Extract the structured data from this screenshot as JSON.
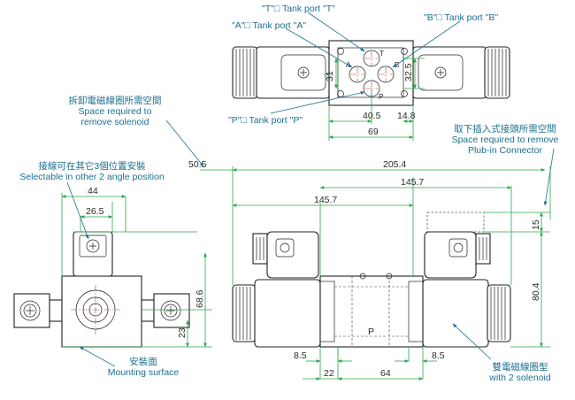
{
  "labels": {
    "port_t": "\"T\"□ Tank port \"T\"",
    "port_a": "\"A\"□ Tank port \"A\"",
    "port_b": "\"B\"□ Tank port \"B\"",
    "port_p": "\"P\"□ Tank port \"P\"",
    "remove_solenoid_cn": "拆卸電磁線圈所需空間",
    "remove_solenoid_en1": "Space required to",
    "remove_solenoid_en2": "remove solenoid",
    "plugin_cn": "取下插入式接頭所需空間",
    "plugin_en1": "Space required to remove",
    "plugin_en2": "Plub-in Connector",
    "angle_cn": "接線可在其它3個位置安裝",
    "angle_en": "Selectable in other 2 angle position",
    "mounting_cn": "安裝面",
    "mounting_en": "Mounting surface",
    "two_solenoid_cn": "雙電磁線圈型",
    "two_solenoid_en": "with 2 solenoid"
  },
  "port_letters": {
    "t": "T",
    "a": "A",
    "b": "B",
    "p": "P",
    "body_p": "P"
  },
  "dimensions": {
    "top_31": "31",
    "top_32_5": "32.5",
    "top_40_5": "40.5",
    "top_14_8": "14.8",
    "top_69": "69",
    "side_50_5": "50.5",
    "side_44": "44",
    "side_26_5": "26.5",
    "side_68_6": "68.6",
    "side_23": "23",
    "front_205_4": "205.4",
    "front_145_7_a": "145.7",
    "front_145_7_b": "145.7",
    "front_15": "15",
    "front_80_4": "80.4",
    "front_8_5_l": "8.5",
    "front_8_5_r": "8.5",
    "front_22": "22",
    "front_64": "64"
  },
  "colors": {
    "label_text": "#1d6f8f",
    "dimension_lines": "#2ba84a",
    "outline": "#222222",
    "center_lines": "#c0392b"
  }
}
